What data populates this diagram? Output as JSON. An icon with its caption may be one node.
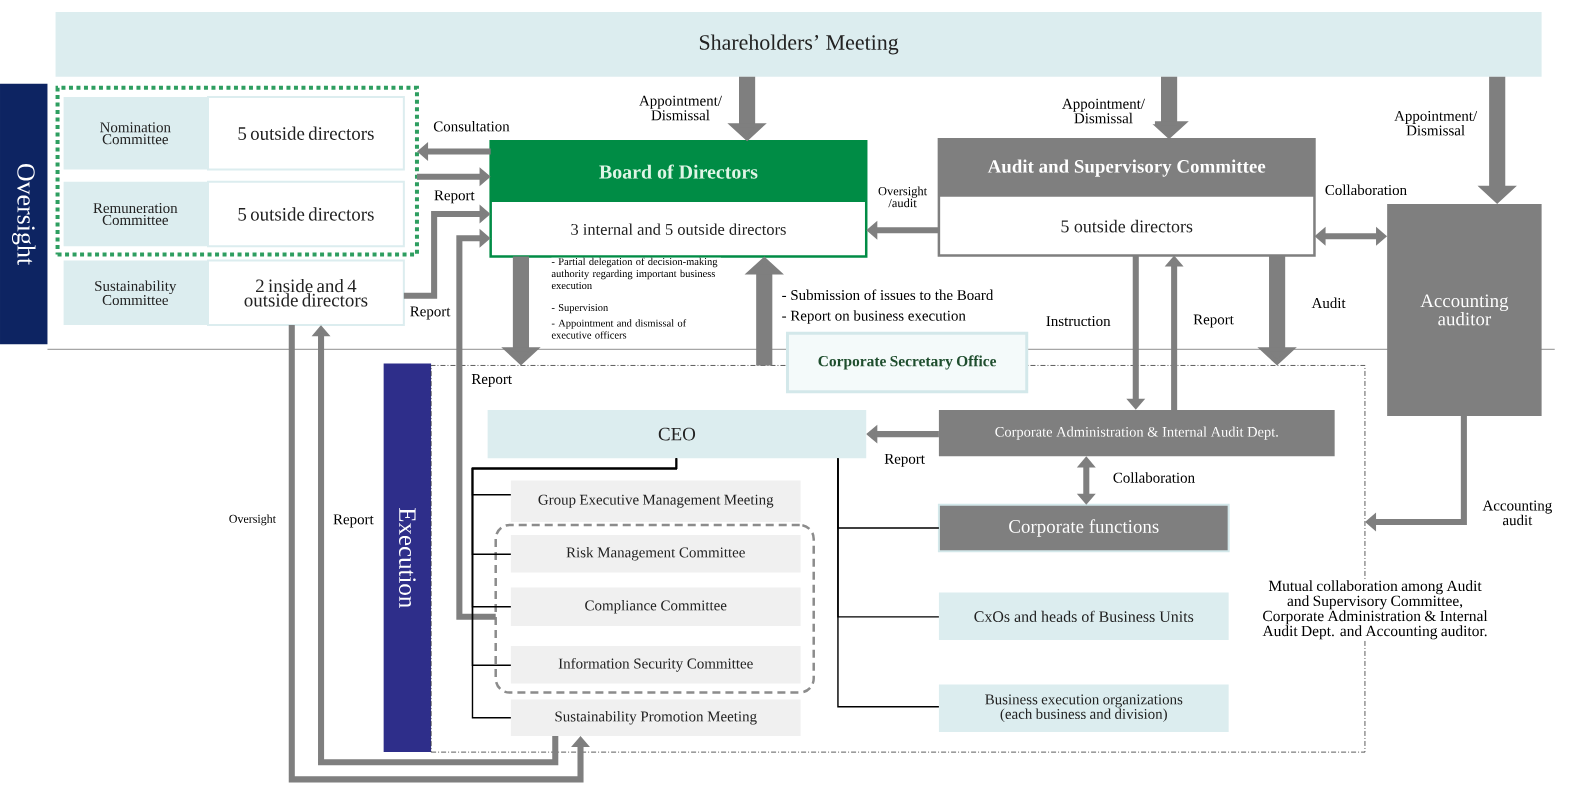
{
  "diagram": {
    "nodes": [
      {
        "text": [
          "Shareholders’ Meeting"
        ]
      },
      {
        "text": [
          "Oversight"
        ]
      },
      {
        "text": [],
        "shape": "box"
      },
      {
        "text": [
          "Nomination Committee",
          "5 outside directors"
        ],
        "in": 2
      },
      {
        "text": [
          "Remuneration Committee",
          "5 outside directors"
        ],
        "in": 2
      },
      {
        "text": [
          "Sustainability Committee",
          "2 inside and 4 outside directors"
        ]
      },
      {
        "text": [
          "Board of Directors",
          "3 internal and 5 outside directors"
        ]
      },
      {
        "text": [
          "Audit and Supervisory Committee",
          "5 outside directors"
        ]
      },
      {
        "text": [
          "Accounting auditor"
        ]
      },
      {
        "text": [
          "Execution"
        ]
      },
      {
        "text": [],
        "shape": "box"
      },
      {
        "text": [
          "Corporate Secretary Office"
        ]
      },
      {
        "text": [
          "CEO"
        ],
        "in": 10
      },
      {
        "text": [
          "Corporate Administration & Internal Audit Dept."
        ],
        "in": 10
      },
      {
        "text": [
          "Group Executive Management Meeting"
        ],
        "in": 10
      },
      {
        "text": [],
        "shape": "box",
        "in": 10
      },
      {
        "text": [
          "Risk Management Committee"
        ],
        "in": 15
      },
      {
        "text": [
          "Compliance Committee"
        ],
        "in": 15
      },
      {
        "text": [
          "Information Security Committee"
        ],
        "in": 15
      },
      {
        "text": [
          "Sustainability Promotion Meeting"
        ],
        "in": 10
      },
      {
        "text": [
          "Corporate functions"
        ],
        "in": 10
      },
      {
        "text": [
          "CxOs and heads of Business Units"
        ],
        "in": 10
      },
      {
        "text": [
          "Business execution organizations (each business and division)"
        ],
        "in": 10
      }
    ],
    "edges": [
      {
        "from": 0,
        "to": 6,
        "arrow": "to",
        "label": "Appointment/ Dismissal",
        "style": "thick"
      },
      {
        "from": 0,
        "to": 7,
        "arrow": "to",
        "label": "Appointment/ Dismissal",
        "style": "thick"
      },
      {
        "from": 0,
        "to": 8,
        "arrow": "to",
        "label": "Appointment/ Dismissal",
        "style": "thick"
      },
      {
        "from": 6,
        "to": 2,
        "arrow": "to",
        "label": "Consultation"
      },
      {
        "from": 2,
        "to": 6,
        "arrow": "to",
        "label": "Report"
      },
      {
        "from": 5,
        "to": 6,
        "arrow": "to",
        "label": "Report"
      },
      {
        "from": 7,
        "to": 6,
        "arrow": "to",
        "label": "Oversight /audit"
      },
      {
        "from": 7,
        "to": 8,
        "arrow": "both",
        "label": "Collaboration"
      },
      {
        "from": 6,
        "to": 10,
        "arrow": "to",
        "style": "thick"
      },
      {
        "from": 10,
        "to": 6,
        "arrow": "to",
        "style": "thick"
      },
      {
        "from": 15,
        "to": 6,
        "arrow": "to",
        "label": "Report"
      },
      {
        "from": 7,
        "to": 13,
        "arrow": "to",
        "label": "Instruction"
      },
      {
        "from": 13,
        "to": 7,
        "arrow": "to",
        "label": "Report"
      },
      {
        "from": 7,
        "to": 10,
        "arrow": "to",
        "label": "Audit",
        "style": "thick"
      },
      {
        "from": 13,
        "to": 12,
        "arrow": "to",
        "label": "Report"
      },
      {
        "from": 13,
        "to": 20,
        "arrow": "both",
        "label": "Collaboration"
      },
      {
        "from": 8,
        "to": 10,
        "arrow": "to",
        "label": "Accounting audit"
      },
      {
        "from": 19,
        "to": 5,
        "arrow": "to",
        "label": "Report"
      },
      {
        "from": 5,
        "to": 19,
        "arrow": "to",
        "label": "Oversight"
      },
      {
        "from": 12,
        "to": 14,
        "arrow": "none",
        "color": "#000000"
      },
      {
        "from": 12,
        "to": 16,
        "arrow": "none",
        "color": "#000000"
      },
      {
        "from": 12,
        "to": 17,
        "arrow": "none",
        "color": "#000000"
      },
      {
        "from": 12,
        "to": 18,
        "arrow": "none",
        "color": "#000000"
      },
      {
        "from": 12,
        "to": 19,
        "arrow": "none",
        "color": "#000000"
      },
      {
        "from": 12,
        "to": 20,
        "arrow": "none",
        "color": "#000000"
      },
      {
        "from": 12,
        "to": 21,
        "arrow": "none",
        "color": "#000000"
      },
      {
        "from": 12,
        "to": 22,
        "arrow": "none",
        "color": "#000000"
      }
    ],
    "labels": [
      "- Partial delegation of decision-making authority regarding important business execution",
      "- Supervision",
      "- Appointment and dismissal of executive officers",
      "- Submission of issues to the Board",
      "- Report on business execution",
      "Mutual collaboration among Audit and Supervisory Committee, Corporate Administration & Internal Audit Dept. and Accounting auditor."
    ]
  }
}
